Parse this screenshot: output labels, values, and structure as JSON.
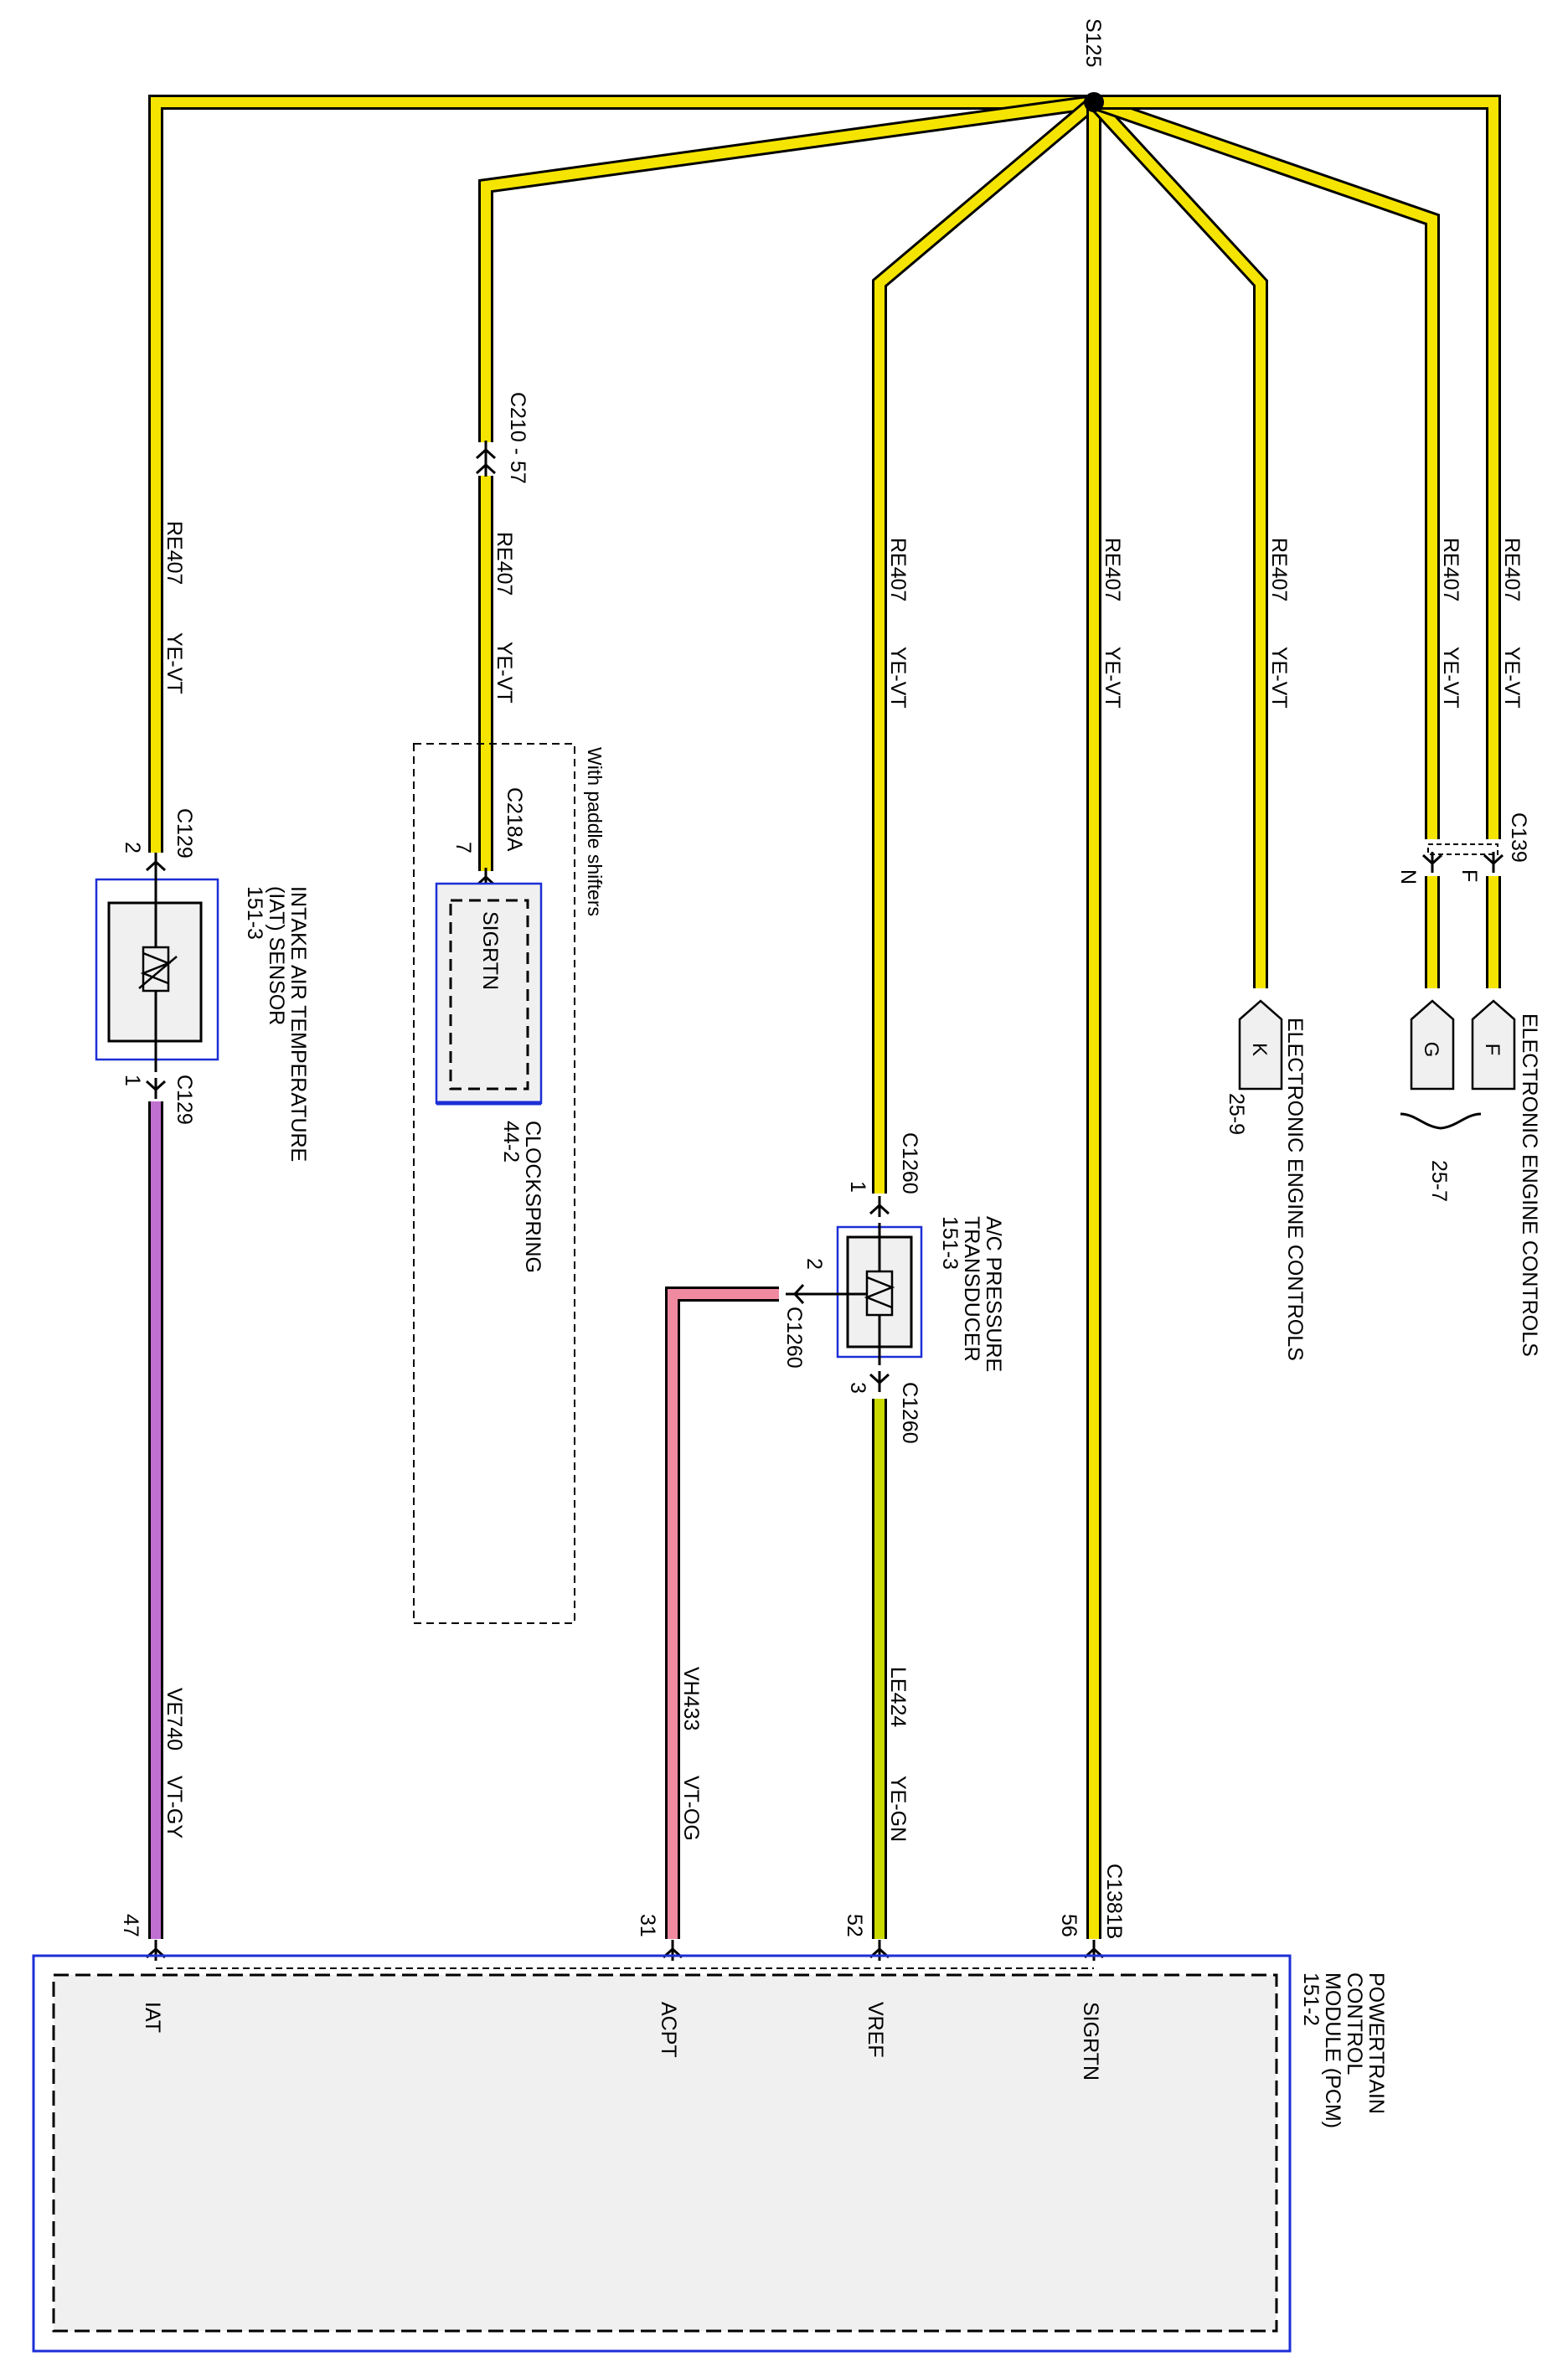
{
  "splice": {
    "id": "S125"
  },
  "wires": {
    "re407": {
      "circuit": "RE407",
      "color": "YE-VT"
    },
    "ve740": {
      "circuit": "VE740",
      "color": "VT-GY"
    },
    "vh433": {
      "circuit": "VH433",
      "color": "VT-OG"
    },
    "le424": {
      "circuit": "LE424",
      "color": "YE-GN"
    }
  },
  "connectors": {
    "c210": "C210 - 57",
    "c129": "C129",
    "c129_pin_top": "2",
    "c129_pin_bottom": "1",
    "c218a": "C218A",
    "c218a_pin": "7",
    "c1260": "C1260",
    "c1260_pin1": "1",
    "c1260_pin2": "2",
    "c1260_pin3": "3",
    "c139": "C139",
    "c139_pin_n": "N",
    "c139_pin_f": "F",
    "c1381b": "C1381B"
  },
  "components": {
    "iat": {
      "name_line1": "INTAKE AIR TEMPERATURE",
      "name_line2": "(IAT) SENSOR",
      "ref": "151-3"
    },
    "clockspring": {
      "name": "CLOCKSPRING",
      "ref": "44-2",
      "pin_label": "SIGRTN",
      "option": "With paddle shifters"
    },
    "ac": {
      "name_line1": "A/C PRESSURE",
      "name_line2": "TRANSDUCER",
      "ref": "151-3"
    },
    "pcm": {
      "line1": "POWERTRAIN",
      "line2": "CONTROL",
      "line3": "MODULE (PCM)",
      "ref": "151-2",
      "pins": [
        {
          "num": "47",
          "label": "IAT"
        },
        {
          "num": "31",
          "label": "ACPT"
        },
        {
          "num": "52",
          "label": "VREF"
        },
        {
          "num": "56",
          "label": "SIGRTN"
        }
      ]
    }
  },
  "offpage": {
    "k": {
      "letter": "K",
      "ref": "25-9",
      "label": "ELECTRONIC ENGINE CONTROLS"
    },
    "g": {
      "letter": "G"
    },
    "f": {
      "letter": "F"
    },
    "gf_ref": "25-7",
    "gf_label": "ELECTRONIC ENGINE CONTROLS"
  },
  "colors": {
    "yellow": "#f5e400",
    "violet": "#c070d0",
    "pink": "#f08aa0",
    "green": "#c8d800",
    "box_blue": "#1c2fd6",
    "box_fill": "#f0f0f0"
  }
}
